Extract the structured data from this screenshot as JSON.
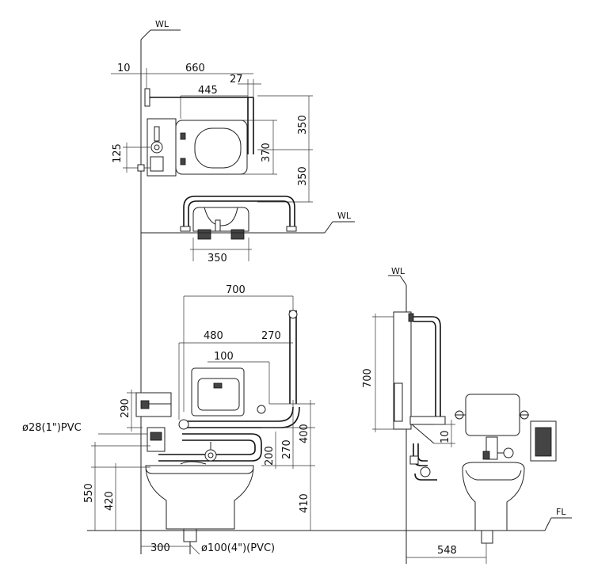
{
  "labels": {
    "wl_top": "WL",
    "wl_mid": "WL",
    "wl_side": "WL",
    "fl": "FL",
    "pvc_inlet": "ø28(1\")PVC",
    "pvc_drain": "ø100(4\")(PVC)"
  },
  "dimensions": {
    "top_10": "10",
    "top_660": "660",
    "top_27": "27",
    "top_445": "445",
    "top_350a": "350",
    "top_370": "370",
    "top_350b": "350",
    "top_125": "125",
    "mid_350": "350",
    "front_700": "700",
    "front_480": "480",
    "front_270": "270",
    "front_100": "100",
    "left_290": "290",
    "right_400": "400",
    "right_270": "270",
    "right_200": "200",
    "right_410": "410",
    "left_550": "550",
    "left_420": "420",
    "bottom_300": "300",
    "side_700": "700",
    "side_10": "10",
    "side_548": "548"
  }
}
